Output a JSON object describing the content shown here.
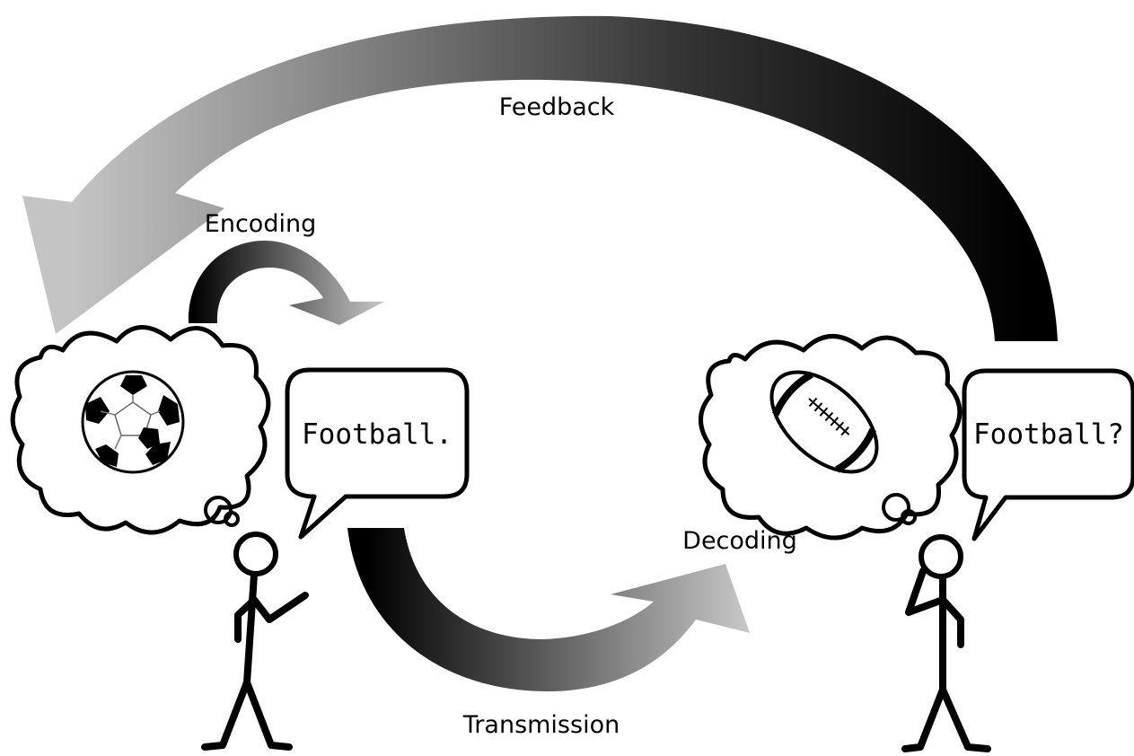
{
  "labels": {
    "feedback": "Feedback",
    "encoding": "Encoding",
    "transmission": "Transmission",
    "decoding": "Decoding"
  },
  "sender": {
    "speech": "Football.",
    "thought_icon": "soccer-ball-icon"
  },
  "receiver": {
    "speech": "Football?",
    "thought_icon": "american-football-icon"
  },
  "colors": {
    "arrow_dark": "#000000",
    "arrow_light": "#bdbdbd",
    "ink": "#000000",
    "background": "#ffffff"
  }
}
